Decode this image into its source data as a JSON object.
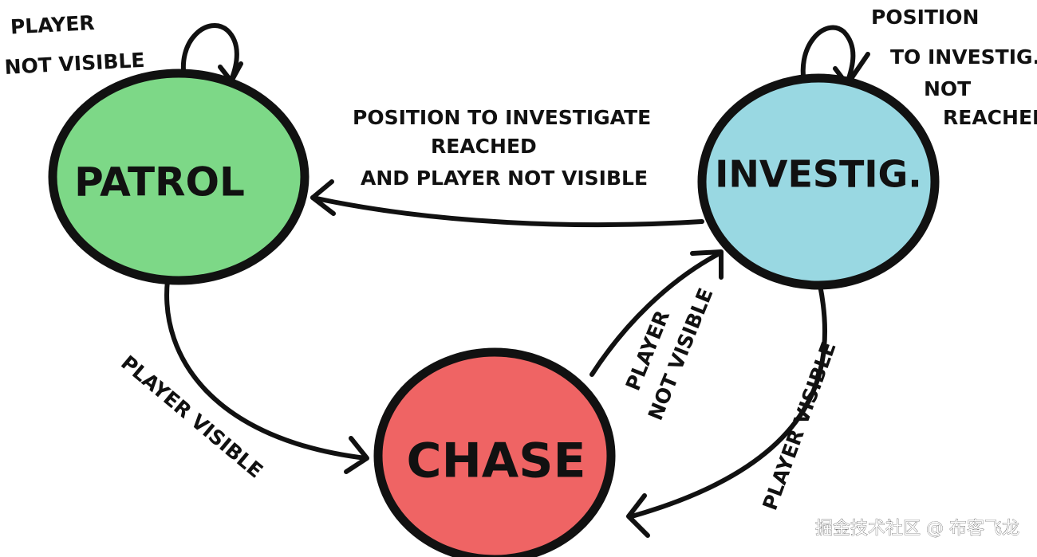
{
  "diagram": {
    "states": {
      "patrol": {
        "label": "PATROL",
        "color": "#7dd887"
      },
      "investig": {
        "label": "INVESTIG.",
        "color": "#99d8e2"
      },
      "chase": {
        "label": "CHASE",
        "color": "#ef6464"
      }
    },
    "transitions": {
      "patrol_self": {
        "lines": [
          "PLAYER",
          "NOT VISIBLE"
        ]
      },
      "investig_self": {
        "lines": [
          "POSITION",
          "TO INVESTIG.",
          "NOT",
          "REACHED"
        ]
      },
      "investig_to_patrol": {
        "lines": [
          "POSITION TO INVESTIGATE",
          "REACHED",
          "AND PLAYER NOT VISIBLE"
        ]
      },
      "patrol_to_chase": {
        "text": "PLAYER VISIBLE"
      },
      "chase_to_investig": {
        "lines": [
          "PLAYER",
          "NOT VISIBLE"
        ]
      },
      "investig_to_chase": {
        "text": "PLAYER VISIBLE"
      }
    }
  },
  "watermark": "掘金技术社区 @ 布客飞龙"
}
